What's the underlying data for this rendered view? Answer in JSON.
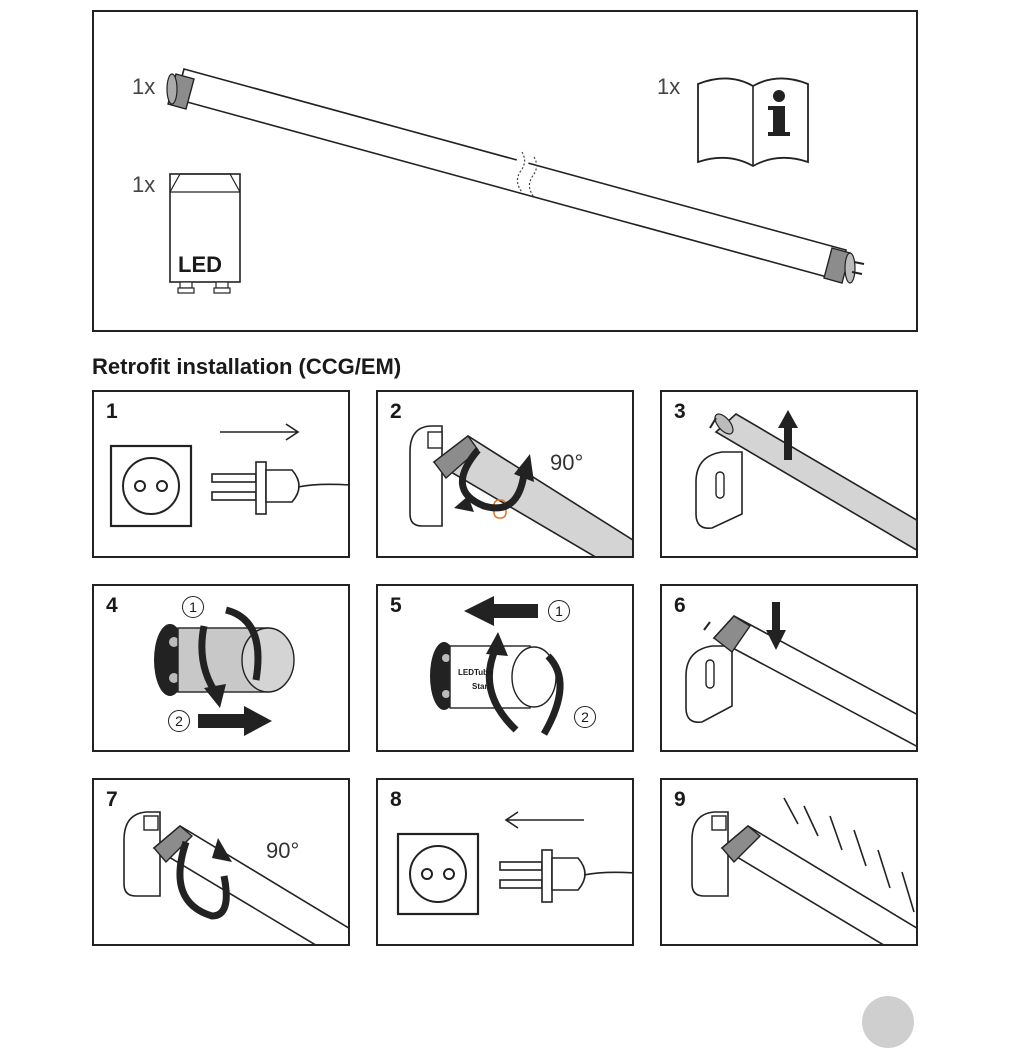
{
  "contents": {
    "tube_qty": "1x",
    "starter_qty": "1x",
    "manual_qty": "1x",
    "starter_label": "LED"
  },
  "heading": "Retrofit installation (CCG/EM)",
  "steps": [
    {
      "number": "1"
    },
    {
      "number": "2",
      "angle": "90°"
    },
    {
      "number": "3"
    },
    {
      "number": "4",
      "marks": [
        "1",
        "2"
      ]
    },
    {
      "number": "5",
      "marks": [
        "1",
        "2"
      ],
      "starter_text": [
        "LEDTube",
        "Start"
      ]
    },
    {
      "number": "6"
    },
    {
      "number": "7",
      "angle": "90°"
    },
    {
      "number": "8"
    },
    {
      "number": "9"
    }
  ],
  "icons": [
    "led-tube-icon",
    "info-manual-icon",
    "led-starter-icon",
    "socket-icon",
    "plug-icon",
    "arrow-icon",
    "rotate-arrow-icon",
    "lamp-holder-icon"
  ],
  "colors": {
    "line": "#222222",
    "tube_end": "#8c8c8c",
    "tube_fill": "#d4d4d4",
    "accent": "#e07a2e"
  }
}
